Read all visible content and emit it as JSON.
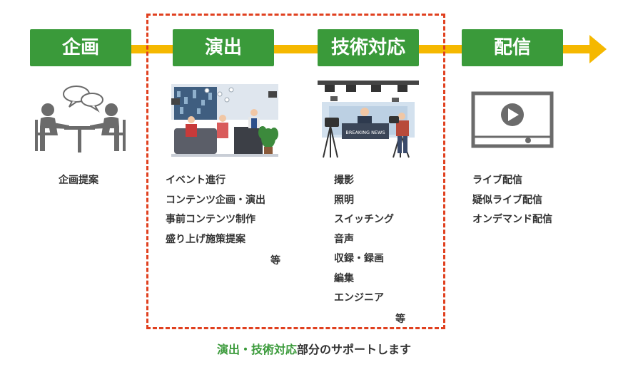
{
  "stages": [
    {
      "label": "企画",
      "items": [
        "企画提案"
      ],
      "suffix": ""
    },
    {
      "label": "演出",
      "items": [
        "イベント進行",
        "コンテンツ企画・演出",
        "事前コンテンツ制作",
        "盛り上げ施策提案"
      ],
      "suffix": "等"
    },
    {
      "label": "技術対応",
      "items": [
        "撮影",
        "照明",
        "スイッチング",
        "音声",
        "収録・録画",
        "編集",
        "エンジニア"
      ],
      "suffix": "等"
    },
    {
      "label": "配信",
      "items": [
        "ライブ配信",
        "疑似ライブ配信",
        "オンデマンド配信"
      ],
      "suffix": ""
    }
  ],
  "illustration": {
    "news_sign": "BREAKING NEWS"
  },
  "caption": {
    "highlight": "演出・技術対応",
    "rest": "部分のサポートします"
  },
  "colors": {
    "green": "#3a9a3a",
    "arrow": "#f5b800",
    "dashed": "#e0401f",
    "gray": "#6b6b6b"
  }
}
